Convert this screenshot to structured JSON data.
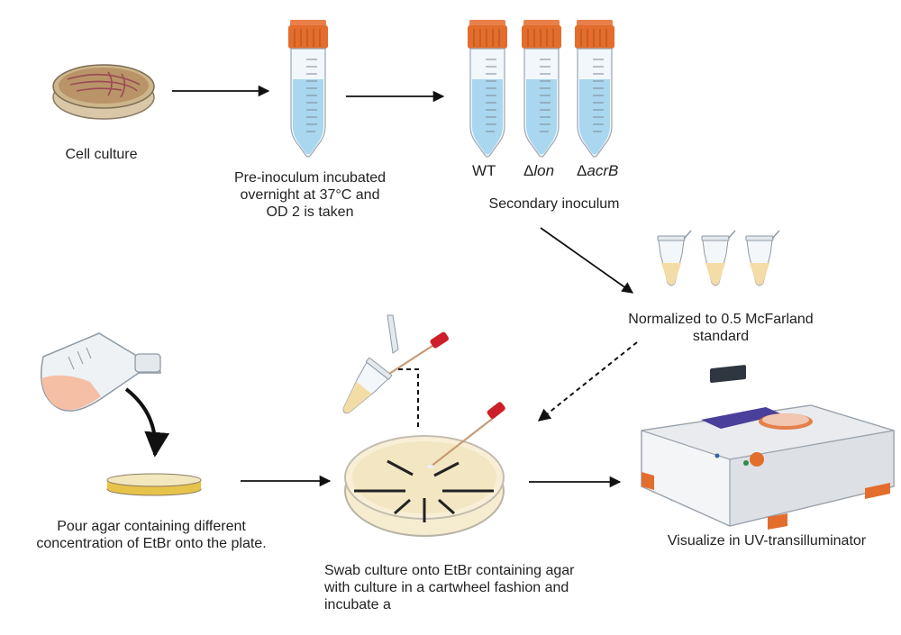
{
  "labels": {
    "cell_culture": "Cell culture",
    "pre_inoculum": "Pre-inoculum incubated overnight at 37°C and OD 2 is taken",
    "secondary_inoculum": "Secondary inoculum",
    "normalized": "Normalized to 0.5 McFarland standard",
    "pour_agar": "Pour agar containing different concentration of EtBr onto the plate.",
    "swab_culture": "Swab culture onto EtBr containing agar with culture in a cartwheel fashion and incubate a",
    "visualize": "Visualize in UV-transilluminator"
  },
  "strains": {
    "wt": "WT",
    "delta": "Δ",
    "lon": "lon",
    "acrb": "acrB"
  },
  "colors": {
    "tube_cap": "#e36d2c",
    "broth": "#a9d7ef",
    "mcfarland": "#f3dca6",
    "agar": "#f6ecd0",
    "flask_liquid": "#f5bfa6",
    "plate_agar": "#e8c34a",
    "swab_tip": "#cc1f2a",
    "arrow": "#111111"
  }
}
